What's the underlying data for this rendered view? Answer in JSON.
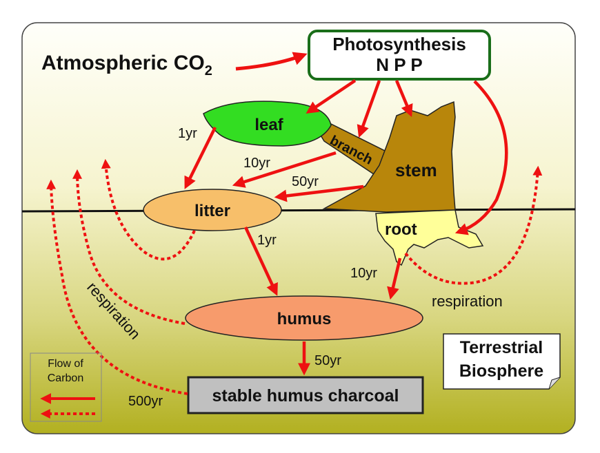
{
  "header": {
    "atmosphere_label": "Atmospheric CO",
    "atmosphere_subscript": "2"
  },
  "nodes": {
    "photosynthesis": {
      "line1": "Photosynthesis",
      "line2": "N P P"
    },
    "leaf": "leaf",
    "branch": "branch",
    "stem": "stem",
    "root": "root",
    "litter": "litter",
    "humus": "humus",
    "stable": "stable humus charcoal"
  },
  "flows": {
    "leaf_to_litter": "1yr",
    "branch_to_litter": "10yr",
    "stem_to_litter": "50yr",
    "litter_to_humus": "1yr",
    "root_to_humus": "10yr",
    "humus_to_stable": "50yr",
    "stable_respiration": "500yr"
  },
  "respiration": {
    "left": "respiration",
    "right": "respiration"
  },
  "biosphere_card": {
    "line1": "Terrestrial",
    "line2": "Biosphere"
  },
  "legend": {
    "line1": "Flow of",
    "line2": "Carbon"
  },
  "colors": {
    "arrow": "#ee1111",
    "photosynthesis_border": "#1a6e1a",
    "leaf": "#33dd22",
    "wood": "#b8860b",
    "root": "#ffff99",
    "litter": "#f7bf6a",
    "humus": "#f79b6c",
    "stable": "#c0c0c0",
    "sky_top": "#ffffff",
    "soil_bottom": "#b6b422"
  }
}
